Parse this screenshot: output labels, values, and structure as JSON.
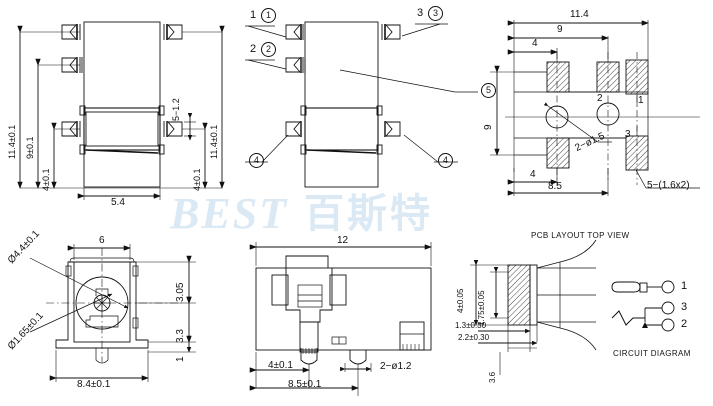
{
  "document": {
    "type": "mechanical-engineering-drawing",
    "watermark": {
      "latin": "BEST",
      "cjk": "百斯特",
      "color": "#dbe9f5"
    },
    "line_color": "#111111",
    "background": "#ffffff"
  },
  "views": {
    "front_view": {
      "name": "front-view",
      "dimensions": {
        "left_overall": "11.4±0.1",
        "left_mid": "9±0.1",
        "left_low": "4±0.1",
        "right_overall": "11.4±0.1",
        "right_low": "4±0.1",
        "lead_note": "5−1.2",
        "bottom_width": "5.4"
      }
    },
    "side_view": {
      "name": "side-view",
      "callouts": [
        {
          "plain": "1",
          "circled": "1"
        },
        {
          "plain": "2",
          "circled": "2"
        },
        {
          "plain": "3",
          "circled": "3"
        },
        {
          "circled": "5"
        },
        {
          "circled": "4"
        },
        {
          "circled": "4"
        }
      ]
    },
    "pcb_layout": {
      "name": "pcb-layout-top-view",
      "caption": "PCB LAYOUT TOP VIEW",
      "dimensions": {
        "top_overall": "11.4",
        "top_mid": "9",
        "top_left": "4",
        "left_vertical": "9",
        "bottom_left": "4",
        "bottom_overall": "8.5"
      },
      "notes": {
        "holes": "2−ø1.5",
        "pads": "5−(1.6x2)"
      },
      "pad_numbers": [
        "1",
        "2",
        "3"
      ]
    },
    "bottom_view": {
      "name": "bottom-view",
      "dimensions": {
        "top_width": "6",
        "bottom_width": "8.4±0.1",
        "right_upper": "3.05",
        "right_mid": "3.3",
        "right_lower": "1",
        "dia_outer": "Ø4.4±0.1",
        "dia_inner": "Ø1.65±0.1"
      }
    },
    "top_view": {
      "name": "top-view",
      "dimensions": {
        "overall_width": "12",
        "pin_left": "4±0.1",
        "pin_span": "8.5±0.1",
        "pin_note": "2−ø1.2"
      }
    },
    "detail_view": {
      "name": "terminal-detail-view",
      "dimensions": {
        "height_outer": "4±0.05",
        "height_inner": "1.75±0.05",
        "depth_a": "1.3±0.30",
        "depth_b": "2.2±0.30",
        "width_c": "3.6"
      }
    },
    "circuit_diagram": {
      "name": "circuit-diagram",
      "caption": "CIRCUIT DIAGRAM",
      "terminals": [
        "1",
        "3",
        "2"
      ]
    }
  }
}
